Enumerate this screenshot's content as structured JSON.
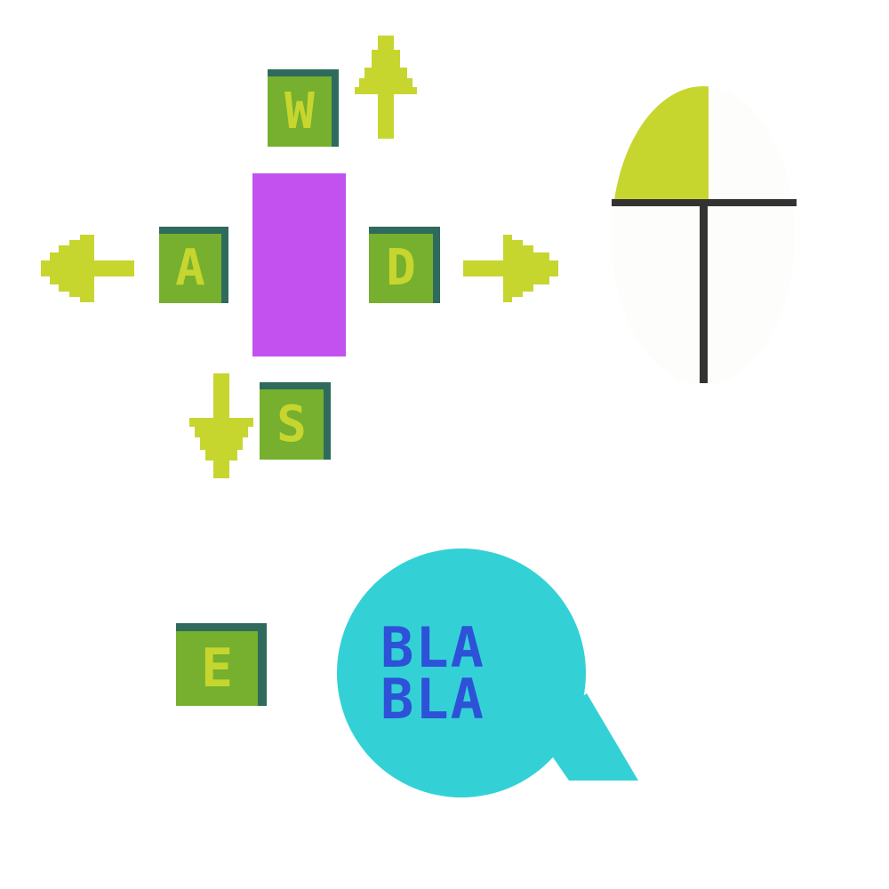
{
  "controls": {
    "keys": {
      "up": "W",
      "left": "A",
      "down": "S",
      "right": "D",
      "interact": "E"
    },
    "speech_bubble": {
      "line1": "BLA",
      "line2": "BLA"
    }
  },
  "colors": {
    "key_face": "#76b02e",
    "key_shadow": "#2f6b5c",
    "key_label": "#c6d62f",
    "arrow": "#c6d62f",
    "player": "#c251f0",
    "mouse_body": "#fdfdfb",
    "mouse_left_button": "#c6d62f",
    "mouse_lines": "#333333",
    "bubble": "#33d1d6",
    "bubble_text": "#2d52d8"
  },
  "icons": [
    "arrow-up-icon",
    "arrow-left-icon",
    "arrow-right-icon",
    "arrow-down-icon",
    "mouse-icon",
    "speech-bubble-icon"
  ]
}
